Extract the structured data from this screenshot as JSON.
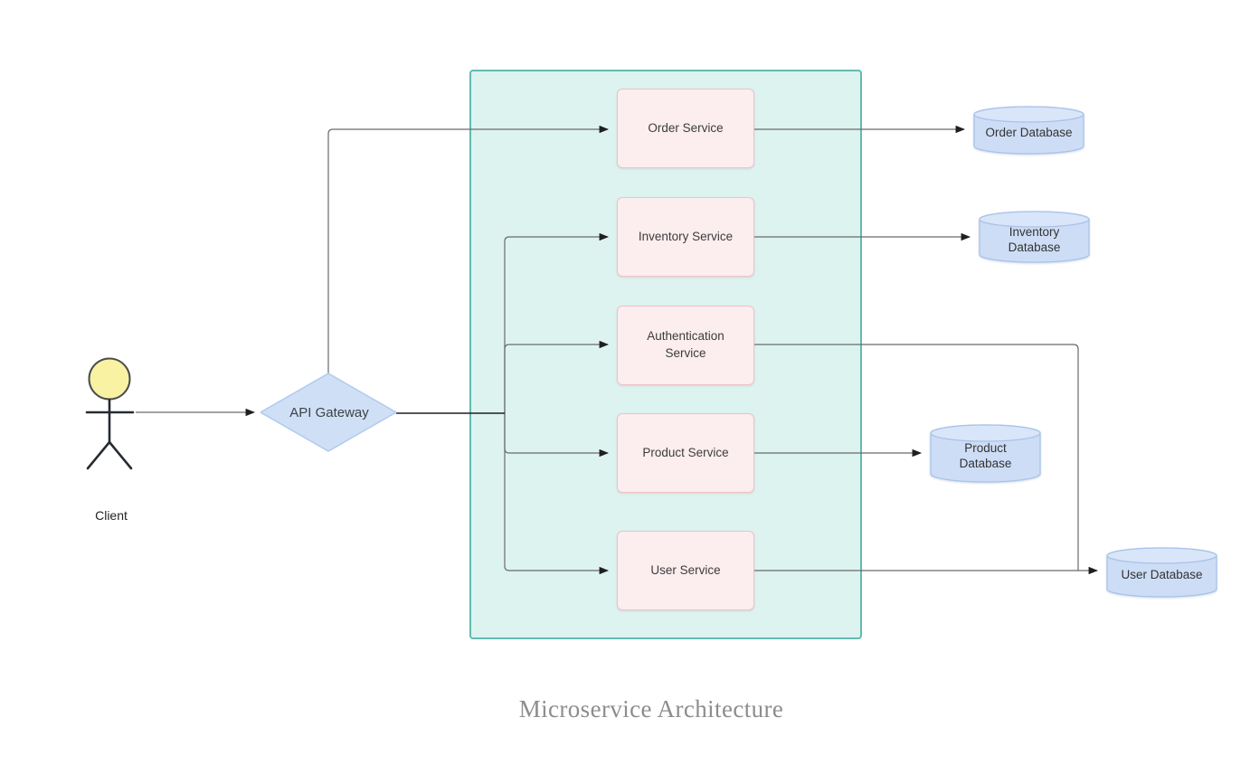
{
  "title": {
    "text": "Microservice Architecture",
    "color": "#8d8d8d"
  },
  "nodes": {
    "client": {
      "label": "Client",
      "type": "actor",
      "head_fill": "#f8f2a2"
    },
    "api_gateway": {
      "label": "API Gateway",
      "type": "decision",
      "fill": "#cfe0f6",
      "border": "#afc9ee"
    },
    "services_group": {
      "type": "container",
      "fill": "#ddf3ef",
      "border": "#63bab2"
    },
    "services": [
      {
        "label": "Order Service"
      },
      {
        "label": "Inventory Service"
      },
      {
        "label": "Authentication Service"
      },
      {
        "label": "Product Service"
      },
      {
        "label": "User Service"
      }
    ],
    "databases": [
      {
        "label": "Order Database"
      },
      {
        "label": "Inventory\nDatabase"
      },
      {
        "label": "Product\nDatabase"
      },
      {
        "label": "User Database"
      }
    ],
    "service_style": {
      "fill": "#fcedef",
      "border": "#eec2c9"
    },
    "database_style": {
      "fill": "#cdddf6",
      "border": "#a9c2e9"
    }
  },
  "edges": [
    {
      "from": "client",
      "to": "api-gateway"
    },
    {
      "from": "api-gateway",
      "to": "order-service"
    },
    {
      "from": "api-gateway",
      "to": "inventory-service"
    },
    {
      "from": "api-gateway",
      "to": "authentication-service"
    },
    {
      "from": "api-gateway",
      "to": "product-service"
    },
    {
      "from": "api-gateway",
      "to": "user-service"
    },
    {
      "from": "order-service",
      "to": "order-database"
    },
    {
      "from": "inventory-service",
      "to": "inventory-database"
    },
    {
      "from": "authentication-service",
      "to": "user-database"
    },
    {
      "from": "product-service",
      "to": "product-database"
    },
    {
      "from": "user-service",
      "to": "user-database"
    }
  ]
}
